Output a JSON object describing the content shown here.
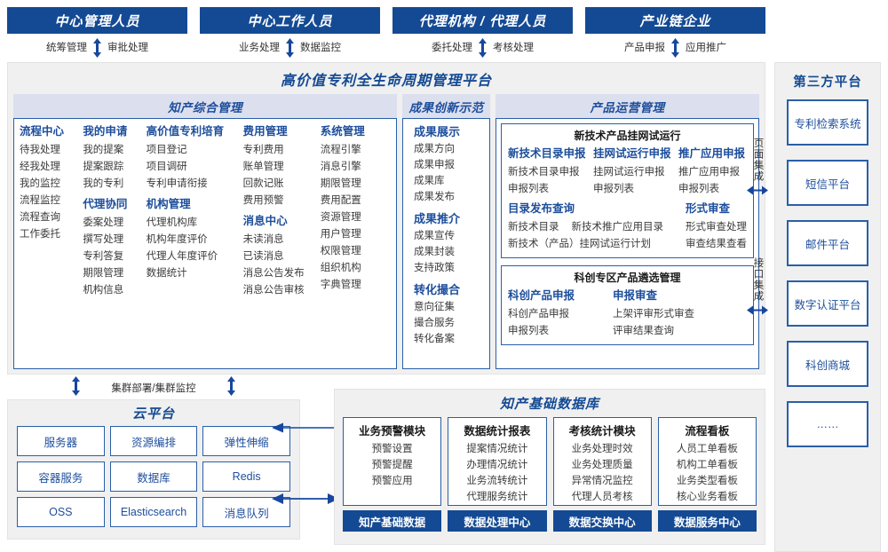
{
  "roles": [
    {
      "title": "中心管理人员",
      "left": "统筹管理",
      "right": "审批处理"
    },
    {
      "title": "中心工作人员",
      "left": "业务处理",
      "right": "数据监控"
    },
    {
      "title": "代理机构 / 代理人员",
      "left": "委托处理",
      "right": "考核处理"
    },
    {
      "title": "产业链企业",
      "left": "产品申报",
      "right": "应用推广"
    }
  ],
  "platform": {
    "title": "高价值专利全生命周期管理平台",
    "sections": {
      "zhichan": {
        "header": "知产综合管理",
        "columns": [
          {
            "groups": [
              {
                "title": "流程中心",
                "items": [
                  "待我处理",
                  "经我处理",
                  "我的监控",
                  "流程监控",
                  "流程查询",
                  "工作委托"
                ]
              }
            ]
          },
          {
            "groups": [
              {
                "title": "我的申请",
                "items": [
                  "我的提案",
                  "提案跟踪",
                  "我的专利"
                ]
              },
              {
                "title": "代理协同",
                "items": [
                  "委案处理",
                  "撰写处理",
                  "专利答复",
                  "期限管理",
                  "机构信息"
                ]
              }
            ]
          },
          {
            "groups": [
              {
                "title": "高价值专利培育",
                "items": [
                  "项目登记",
                  "项目调研",
                  "专利申请衔接"
                ]
              },
              {
                "title": "机构管理",
                "items": [
                  "代理机构库",
                  "机构年度评价",
                  "代理人年度评价",
                  "数据统计"
                ]
              }
            ]
          },
          {
            "groups": [
              {
                "title": "费用管理",
                "items": [
                  "专利费用",
                  "账单管理",
                  "回款记账",
                  "费用预警"
                ]
              },
              {
                "title": "消息中心",
                "items": [
                  "未读消息",
                  "已读消息",
                  "消息公告发布",
                  "消息公告审核"
                ]
              }
            ]
          },
          {
            "groups": [
              {
                "title": "系统管理",
                "items": [
                  "流程引擎",
                  "消息引擎",
                  "期限管理",
                  "费用配置",
                  "资源管理",
                  "用户管理",
                  "权限管理",
                  "组织机构",
                  "字典管理"
                ]
              }
            ]
          }
        ]
      },
      "chengguo": {
        "header": "成果创新示范",
        "groups": [
          {
            "title": "成果展示",
            "items": [
              "成果方向",
              "成果申报",
              "成果库",
              "成果发布"
            ]
          },
          {
            "title": "成果推介",
            "items": [
              "成果宣传",
              "成果封装",
              "支持政策"
            ]
          },
          {
            "title": "转化撮合",
            "items": [
              "意向征集",
              "撮合服务",
              "转化备案"
            ]
          }
        ]
      },
      "chanpin": {
        "header": "产品运营管理",
        "box1": {
          "title": "新技术产品挂网试运行",
          "row1": [
            {
              "title": "新技术目录申报",
              "items": [
                "新技术目录申报",
                "申报列表"
              ]
            },
            {
              "title": "挂网试运行申报",
              "items": [
                "挂网试运行申报",
                "申报列表"
              ]
            },
            {
              "title": "推广应用申报",
              "items": [
                "推广应用申报",
                "申报列表"
              ]
            }
          ],
          "row2": [
            {
              "title": "目录发布查询",
              "items_inline": [
                "新技术目录",
                "新技术推广应用目录"
              ],
              "items": [
                "新技术（产品）挂网试运行计划"
              ]
            },
            {
              "title": "形式审查",
              "items": [
                "形式审查处理",
                "审查结果查看"
              ]
            }
          ]
        },
        "box2": {
          "title": "科创专区产品遴选管理",
          "cols": [
            {
              "title": "科创产品申报",
              "items": [
                "科创产品申报",
                "申报列表"
              ]
            },
            {
              "title": "申报审查",
              "items": [
                "上架评审形式审查",
                "评审结果查询"
              ]
            }
          ]
        }
      }
    }
  },
  "integration": [
    "页面集成",
    "接口集成"
  ],
  "third_party": {
    "title": "第三方平台",
    "items": [
      "专利检索系统",
      "短信平台",
      "邮件平台",
      "数字认证平台",
      "科创商城",
      "……"
    ]
  },
  "cluster_label": "集群部署/集群监控",
  "cloud": {
    "title": "云平台",
    "cells": [
      "服务器",
      "资源编排",
      "弹性伸缩",
      "容器服务",
      "数据库",
      "Redis",
      "OSS",
      "Elasticsearch",
      "消息队列"
    ]
  },
  "kdb": {
    "title": "知产基础数据库",
    "columns": [
      {
        "header": "业务预警模块",
        "items": [
          "预警设置",
          "预警提醒",
          "预警应用"
        ],
        "footer": "知产基础数据"
      },
      {
        "header": "数据统计报表",
        "items": [
          "提案情况统计",
          "办理情况统计",
          "业务流转统计",
          "代理服务统计"
        ],
        "footer": "数据处理中心"
      },
      {
        "header": "考核统计模块",
        "items": [
          "业务处理时效",
          "业务处理质量",
          "异常情况监控",
          "代理人员考核"
        ],
        "footer": "数据交换中心"
      },
      {
        "header": "流程看板",
        "items": [
          "人员工单看板",
          "机构工单看板",
          "业务类型看板",
          "核心业务看板"
        ],
        "footer": "数据服务中心"
      }
    ]
  },
  "colors": {
    "brand": "#144a93",
    "accent": "#2a5fa8",
    "panel": "#f0f0f0",
    "header_bg": "#dcdfee"
  }
}
